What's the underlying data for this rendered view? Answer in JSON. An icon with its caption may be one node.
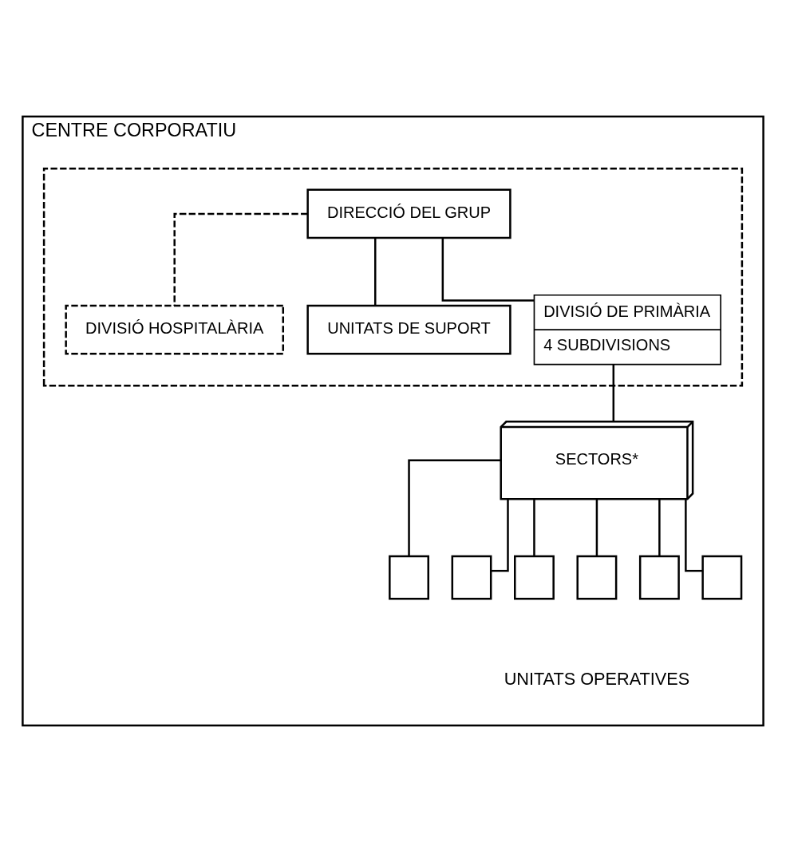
{
  "diagram": {
    "nodes": [
      {
        "text": [
          "CENTRE CORPORATIU"
        ]
      },
      {
        "text": [],
        "shape": "box",
        "in": 0
      },
      {
        "text": [
          "DIRECCIÓ DEL GRUP"
        ],
        "in": 1
      },
      {
        "text": [
          "DIVISIÓ HOSPITALÀRIA"
        ],
        "in": 1
      },
      {
        "text": [
          "UNITATS DE SUPORT"
        ],
        "in": 1
      },
      {
        "text": [
          "DIVISIÓ DE PRIMÀRIA",
          "4 SUBDIVISIONS"
        ],
        "in": 1
      },
      {
        "text": [
          "SECTORS*"
        ],
        "in": 0
      },
      {
        "text": [],
        "shape": "box",
        "in": 0
      },
      {
        "text": [],
        "shape": "box",
        "in": 0
      },
      {
        "text": [],
        "shape": "box",
        "in": 0
      },
      {
        "text": [],
        "shape": "box",
        "in": 0
      },
      {
        "text": [],
        "shape": "box",
        "in": 0
      },
      {
        "text": [],
        "shape": "box",
        "in": 0
      }
    ],
    "edges": [
      {
        "from": 2,
        "to": 3,
        "arrow": "none",
        "style": "dashed"
      },
      {
        "from": 2,
        "to": 4,
        "arrow": "none"
      },
      {
        "from": 2,
        "to": 5,
        "arrow": "none"
      },
      {
        "from": 5,
        "to": 6,
        "arrow": "none"
      },
      {
        "from": 6,
        "to": 7,
        "arrow": "none"
      },
      {
        "from": 6,
        "to": 8,
        "arrow": "none"
      },
      {
        "from": 6,
        "to": 9,
        "arrow": "none"
      },
      {
        "from": 6,
        "to": 10,
        "arrow": "none"
      },
      {
        "from": 6,
        "to": 11,
        "arrow": "none"
      },
      {
        "from": 6,
        "to": 12,
        "arrow": "none"
      }
    ],
    "labels": [
      "UNITATS OPERATIVES"
    ]
  }
}
